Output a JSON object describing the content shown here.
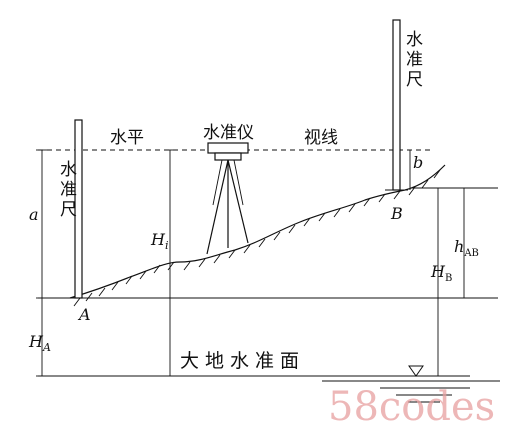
{
  "labels": {
    "staff_left": "水准尺",
    "staff_right": "水准尺",
    "level_instrument": "水准仪",
    "horizontal": "水平",
    "sight_line": "视线",
    "geoid": "大地水准面",
    "point_a": "A",
    "point_b": "B",
    "reading_a": "a",
    "reading_b": "b",
    "h_i_main": "H",
    "h_i_sub": "i",
    "h_a_main": "H",
    "h_a_sub": "A",
    "h_b_main": "H",
    "h_b_sub": "B",
    "h_ab_main": "h",
    "h_ab_sub": "AB"
  },
  "watermark": "58codes"
}
